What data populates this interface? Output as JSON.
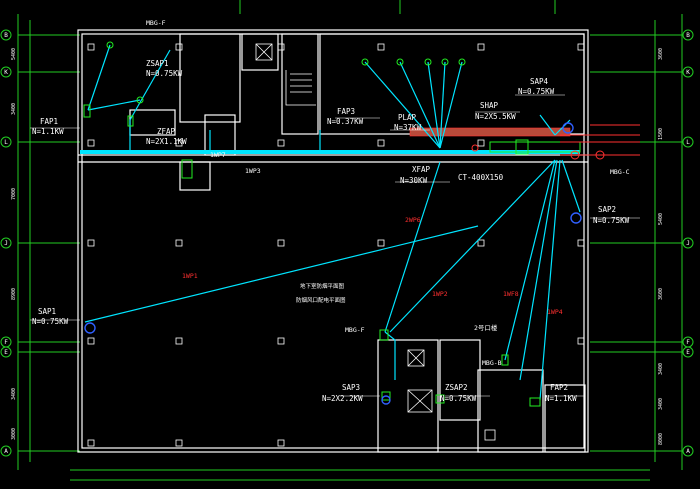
{
  "colors": {
    "background": "#000000",
    "wall": "#ffffff",
    "grid_line": "#22cc22",
    "cable": "#00e5ff",
    "label": "#ffffff",
    "label_small": "#ffff00",
    "red_tag": "#ff3030",
    "equipment_green": "#22ee22",
    "duct_fill": "#b84a3a",
    "blue_dot": "#3060ff"
  },
  "axes_left": [
    "B",
    "K",
    "L",
    "J",
    "F",
    "E",
    "A"
  ],
  "axes_right": [
    "B",
    "K",
    "L",
    "J",
    "F",
    "E",
    "A"
  ],
  "dims_left": [
    "5400",
    "3400",
    "7000",
    "8900",
    "3400",
    "3000"
  ],
  "dims_right": [
    "3600",
    "1500",
    "5400",
    "3600",
    "3400",
    "3400",
    "8000"
  ],
  "labels": {
    "mbg_f_top": "MBG-F",
    "zsap1": "ZSAP1",
    "zsap1_power": "N=0.75KW",
    "fap1": "FAP1",
    "fap1_power": "N=1.1KW",
    "zfap": "ZFAP",
    "zfap_power": "N=2X1.1KW",
    "wp7": "1WP7",
    "wp3": "1WP3",
    "fap3": "FAP3",
    "fap3_power": "N=0.37KW",
    "plap": "PLAP",
    "plap_power": "N=37KW",
    "shap": "SHAP",
    "shap_power": "N=2X5.5KW",
    "sap4": "SAP4",
    "sap4_power": "N=0.75KW",
    "xfap": "XFAP",
    "xfap_power": "N=30KW",
    "ct": "CT-400X150",
    "mbg_c": "MBG-C",
    "sap2": "SAP2",
    "sap2_power": "N=0.75KW",
    "wp6": "2WP6",
    "wp1": "1WP1",
    "sap1": "SAP1",
    "sap1_power": "N=0.75KW",
    "wp2": "1WP2",
    "wf8": "1WF8",
    "wp4": "1WP4",
    "mbg_f_mid": "MBG-F",
    "mbg_b": "MBG-B",
    "stair_no": "2号口楼",
    "sap3": "SAP3",
    "sap3_power": "N=2X2.2KW",
    "zsap2": "ZSAP2",
    "zsap2_power": "N=0.75KW",
    "fap2": "FAP2",
    "fap2_power": "N=1.1KW",
    "center_title": "地下室防烟平面图",
    "center_sub": "防烟风口配电平面图"
  }
}
